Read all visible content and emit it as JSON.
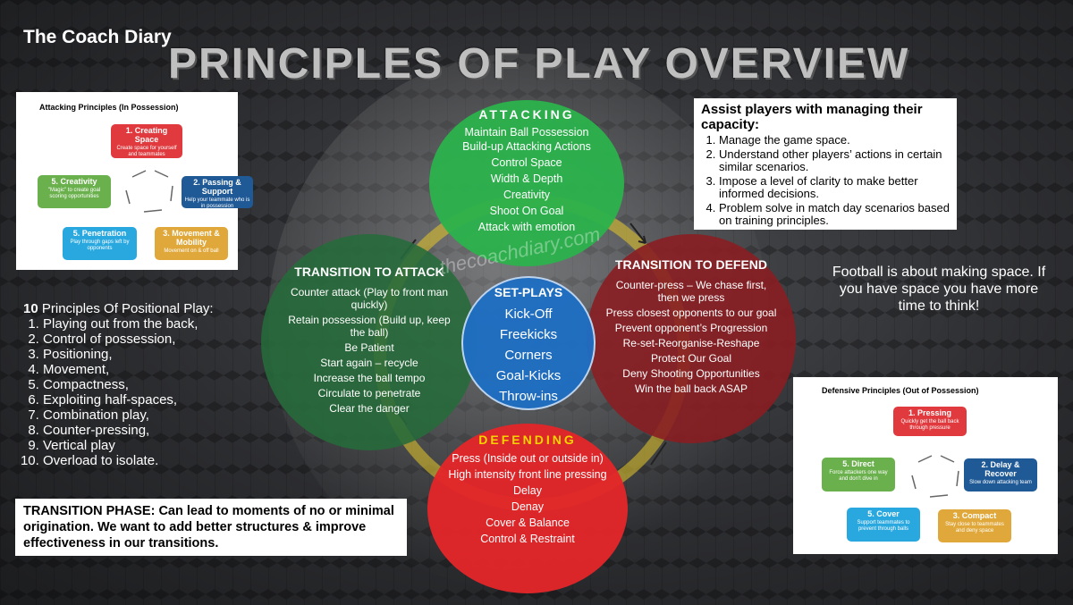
{
  "brand": "The Coach Diary",
  "title": "PRINCIPLES OF PLAY OVERVIEW",
  "watermark": "thecoachdiary.com",
  "attacking_card": {
    "title": "Attacking Principles (In Possession)",
    "items": [
      {
        "h": "1. Creating Space",
        "d": "Create space for yourself and teammates",
        "color": "#e03a3e"
      },
      {
        "h": "2. Passing & Support",
        "d": "Help your teammate who is in possession",
        "color": "#1f5a96"
      },
      {
        "h": "3. Movement & Mobility",
        "d": "Movement on & off ball",
        "color": "#e0a83a"
      },
      {
        "h": "5. Penetration",
        "d": "Play through gaps left by opponents",
        "color": "#29a8e0"
      },
      {
        "h": "5. Creativity",
        "d": "\"Magic\" to create goal scoring opportunities",
        "color": "#6ab04c"
      }
    ]
  },
  "defensive_card": {
    "title": "Defensive Principles (Out of Possession)",
    "items": [
      {
        "h": "1. Pressing",
        "d": "Quickly get the ball back through pressure",
        "color": "#e03a3e"
      },
      {
        "h": "2. Delay & Recover",
        "d": "Slow down attacking team",
        "color": "#1f5a96"
      },
      {
        "h": "3. Compact",
        "d": "Stay close to teammates and deny space",
        "color": "#e0a83a"
      },
      {
        "h": "5. Cover",
        "d": "Support teammates to prevent through balls",
        "color": "#29a8e0"
      },
      {
        "h": "5. Direct",
        "d": "Force attackers one way and don't dive in",
        "color": "#6ab04c"
      }
    ]
  },
  "assist": {
    "head": "Assist players with managing their capacity:",
    "items": [
      "Manage the game space.",
      "Understand other players’ actions in certain similar scenarios.",
      "Impose a level of clarity to make better informed decisions.",
      "Problem solve in match day scenarios based on training principles."
    ]
  },
  "quote": "Football is about making space. If you have space you have more time to think!",
  "positional": {
    "count": "10",
    "head": " Principles Of Positional Play:",
    "items": [
      "Playing out from the back,",
      "Control of possession,",
      "Positioning,",
      "Movement,",
      "Compactness,",
      "Exploiting half-spaces,",
      "Combination play,",
      "Counter-pressing,",
      "Vertical play",
      "Overload to isolate."
    ]
  },
  "transition_phase": "TRANSITION PHASE:  Can lead to moments of no or minimal origination. We want to add better structures & improve effectiveness in our transitions.",
  "circles": {
    "attacking": {
      "title": "ATTACKING",
      "color": "#2bb24c",
      "items": [
        "Maintain Ball Possession",
        "Build-up Attacking Actions",
        "Control Space",
        "Width & Depth",
        "Creativity",
        "Shoot On Goal",
        "Attack with emotion"
      ]
    },
    "transition_attack": {
      "title": "TRANSITION TO ATTACK",
      "color": "#256b3a",
      "items": [
        "Counter attack (Play to front man quickly)",
        "Retain possession (Build up, keep the ball)",
        "Be Patient",
        "Start again – recycle",
        "Increase the ball tempo",
        "Circulate to penetrate",
        "Clear the danger"
      ]
    },
    "setplays": {
      "title": "SET-PLAYS",
      "color": "#1e6fc4",
      "items": [
        "Kick-Off",
        "Freekicks",
        "Corners",
        "Goal-Kicks",
        "Throw-ins"
      ]
    },
    "transition_defend": {
      "title": "TRANSITION TO DEFEND",
      "color": "#8a1e22",
      "items": [
        "Counter-press – We chase first, then we press",
        "Press closest opponents to our goal",
        "Prevent opponent’s Progression",
        "Re-set-Reorganise-Reshape",
        "Protect Our Goal",
        "Deny Shooting Opportunities",
        "Win the ball back ASAP"
      ]
    },
    "defending": {
      "title": "DEFENDING",
      "color": "#e3262a",
      "title_color": "#f5d400",
      "items": [
        "Press (Inside out or outside in)",
        "High intensity front line pressing",
        "Delay",
        "Denay",
        "Cover & Balance",
        "Control & Restraint"
      ]
    }
  }
}
